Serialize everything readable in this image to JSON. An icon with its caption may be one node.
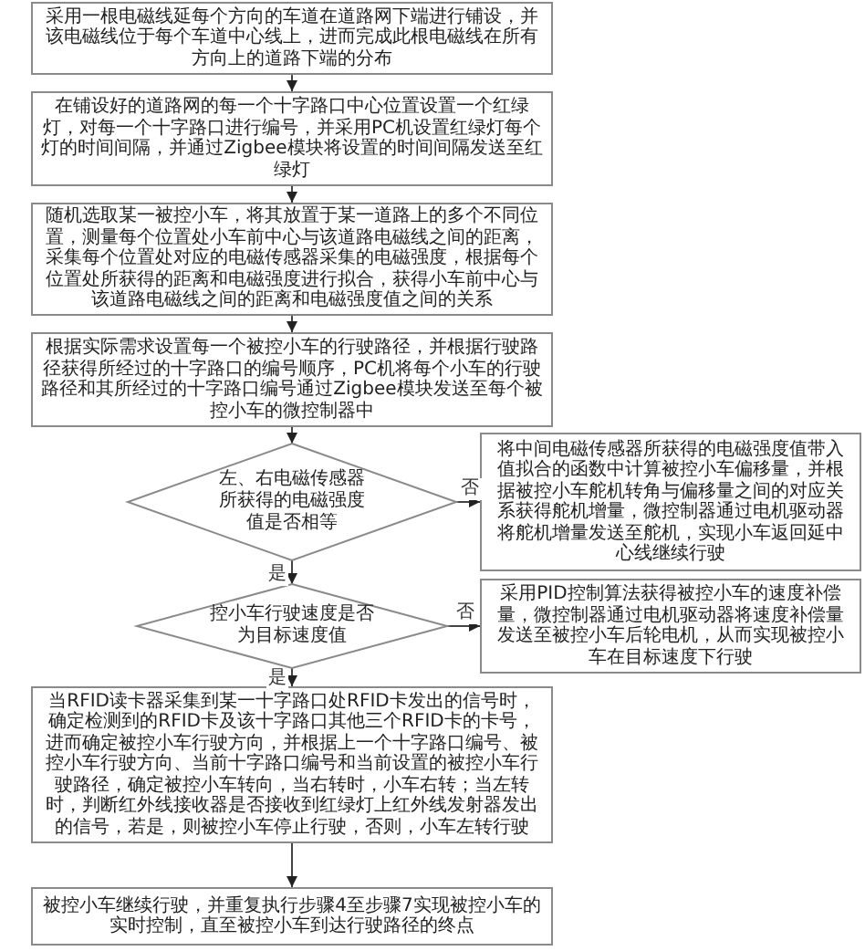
{
  "diagram": {
    "nodes": [
      {
        "text": [
          "采用一根电磁线延每个方向的车道在道路网下端进行铺设，并该电磁线位于每个车道中心线上，进而完成此根电磁线在所有方向上的道路下端的分布"
        ]
      },
      {
        "text": [
          "在铺设好的道路网的每一个十字路口中心位置设置一个红绿灯，对每一个十字路口进行编号，并采用PC机设置红绿灯每个灯的时间间隔，并通过Zigbee模块将设置的时间间隔发送至红绿灯"
        ]
      },
      {
        "text": [
          "随机选取某一被控小车，将其放置于某一道路上的多个不同位置，测量每个位置处小车前中心与该道路电磁线之间的距离，采集每个位置处对应的电磁传感器采集的电磁强度，根据每个位置处所获得的距离和电磁强度进行拟合，获得小车前中心与该道路电磁线之间的距离和电磁强度值之间的关系"
        ]
      },
      {
        "text": [
          "根据实际需求设置每一个被控小车的行驶路径，并根据行驶路径获得所经过的十字路口的编号顺序，PC机将每个小车的行驶路径和其所经过的十字路口编号通过Zigbee模块发送至每个被控小车的微控制器中"
        ]
      },
      {
        "text": [
          "左、右电磁传感器所获得的电磁强度值是否相等"
        ]
      },
      {
        "text": [
          "将中间电磁传感器所获得的电磁强度值带入值拟合的函数中计算被控小车偏移量，并根据被控小车舵机转角与偏移量之间的对应关系获得舵机增量，微控制器通过电机驱动器将舵机增量发送至舵机，实现小车返回延中心线继续行驶"
        ]
      },
      {
        "text": [
          "控小车行驶速度是否为目标速度值"
        ]
      },
      {
        "text": [
          "采用PID控制算法获得被控小车的速度补偿量，微控制器通过电机驱动器将速度补偿量发送至被控小车后轮电机，从而实现被控小车在目标速度下行驶"
        ]
      },
      {
        "text": [
          "当RFID读卡器采集到某一十字路口处RFID卡发出的信号时，确定检测到的RFID卡及该十字路口其他三个RFID卡的卡号，进而确定被控小车行驶方向，并根据上一个十字路口编号、被控小车行驶方向、当前十字路口编号和当前设置的被控小车行驶路径，确定被控小车转向，当右转时，小车右转；当左转时，判断红外线接收器是否接收到红绿灯上红外线发射器发出的信号，若是，则被控小车停止行驶，否则，小车左转行驶"
        ]
      },
      {
        "text": [
          "被控小车继续行驶，并重复执行步骤4至步骤7实现被控小车的实时控制，直至被控小车到达行驶路径的终点"
        ]
      }
    ],
    "edges": [
      {
        "from": 0,
        "to": 1,
        "arrow": "to"
      },
      {
        "from": 1,
        "to": 2,
        "arrow": "to"
      },
      {
        "from": 2,
        "to": 3,
        "arrow": "to"
      },
      {
        "from": 3,
        "to": 4,
        "arrow": "to"
      },
      {
        "from": 4,
        "to": 5,
        "arrow": "to",
        "label": "否"
      },
      {
        "from": 4,
        "to": 6,
        "arrow": "to",
        "label": "是"
      },
      {
        "from": 6,
        "to": 7,
        "arrow": "to",
        "label": "否"
      },
      {
        "from": 6,
        "to": 8,
        "arrow": "to",
        "label": "是"
      },
      {
        "from": 8,
        "to": 9,
        "arrow": "to"
      }
    ]
  }
}
